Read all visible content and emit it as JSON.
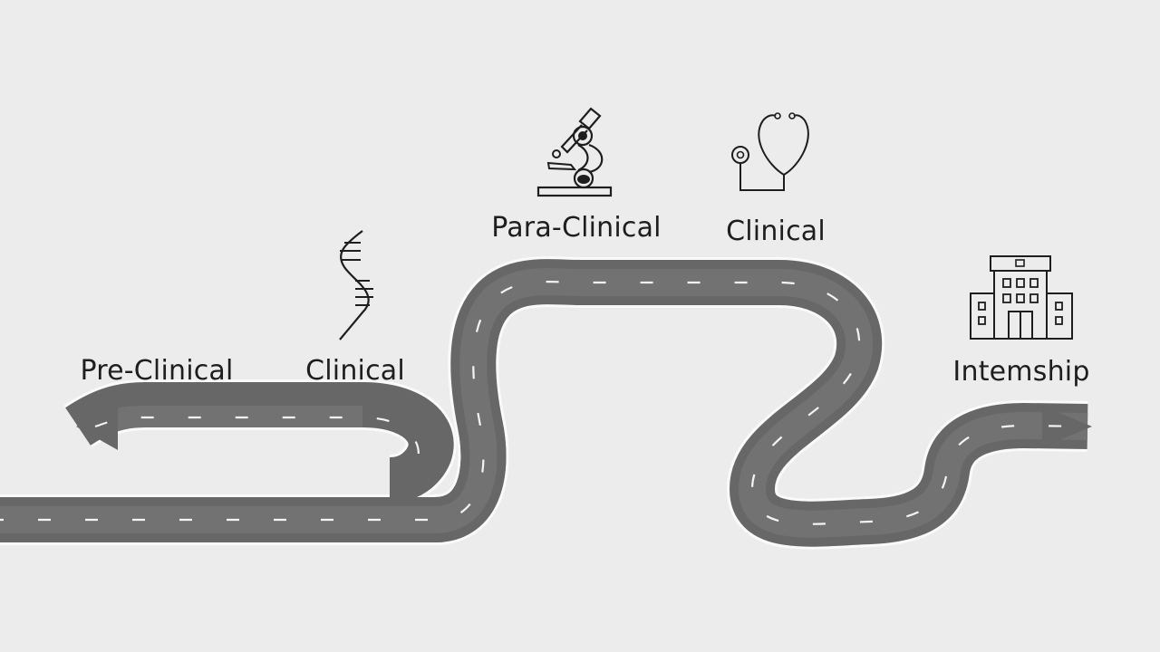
{
  "diagram": {
    "type": "roadmap",
    "background_color": "#ebeceb",
    "road_color": "#6b6b6b",
    "road_edge_color": "#ffffff",
    "lane_marking_color": "#f2f2f2",
    "stages": [
      {
        "label": "Pre-Clinical",
        "icon": "none"
      },
      {
        "label": "Clinical",
        "icon": "dna-helix-icon"
      },
      {
        "label": "Para-Clinical",
        "icon": "microscope-icon"
      },
      {
        "label": "Clinical",
        "icon": "stethoscope-icon"
      },
      {
        "label": "Intemship",
        "icon": "hospital-building-icon"
      }
    ]
  }
}
